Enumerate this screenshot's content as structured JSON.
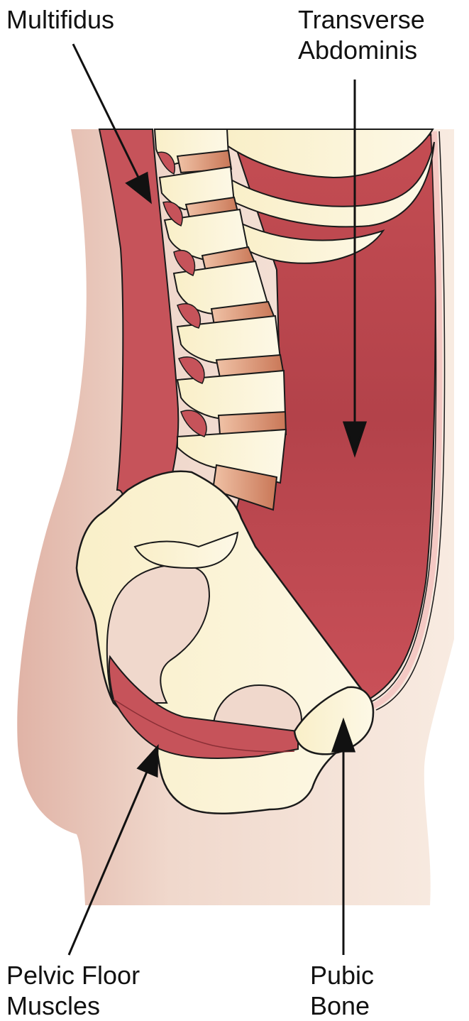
{
  "labels": {
    "multifidus": "Multifidus",
    "transverse_line1": "Transverse",
    "transverse_line2": "Abdominis",
    "pelvic_line1": "Pelvic Floor",
    "pelvic_line2": "Muscles",
    "pubic_line1": "Pubic",
    "pubic_line2": "Bone"
  },
  "colors": {
    "skin_light": "#f5e6da",
    "skin_dark": "#e3b9ab",
    "muscle": "#c04a50",
    "muscle_dark": "#a83a42",
    "bone": "#fbf3cf",
    "disc": "#d99270",
    "outline": "#1a1a1a"
  }
}
